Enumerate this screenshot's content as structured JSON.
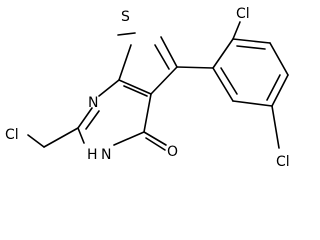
{
  "molecule": {
    "atoms": {
      "sulfur": "S",
      "chlorine_top": "Cl",
      "chlorine_left": "Cl",
      "chlorine_bottom": "Cl",
      "nitrogen_ring": "N",
      "nitrogen_h": "N",
      "hydrogen_h": "H",
      "oxygen": "O"
    }
  }
}
